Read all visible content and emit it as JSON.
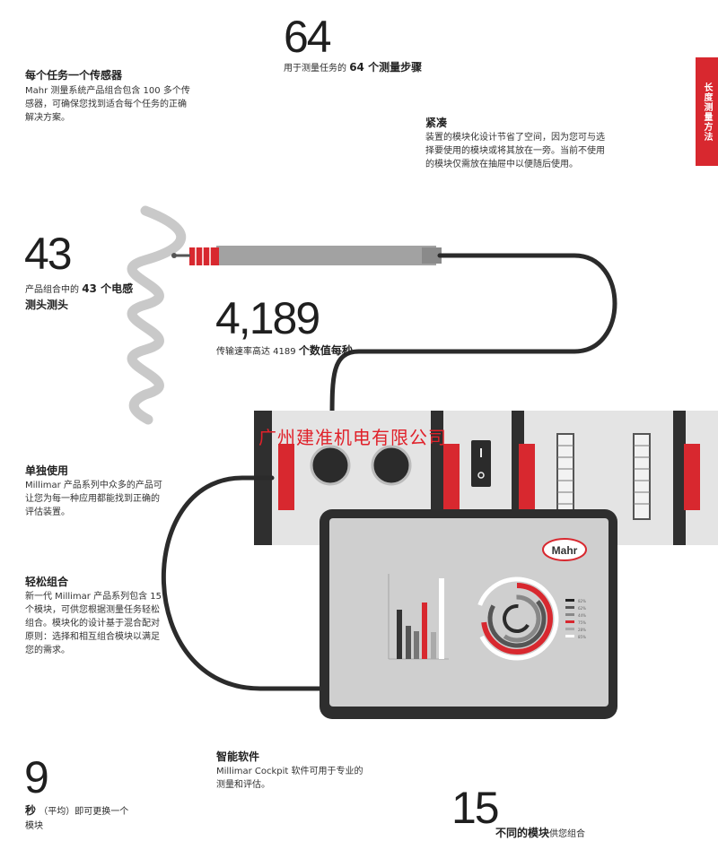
{
  "side_tab": "长度测量方法",
  "watermark": "广州建准机电有限公司",
  "brand": {
    "logo_text": "Mahr",
    "accent": "#d8282f"
  },
  "stat_64": {
    "number": "64",
    "prefix": "用于测量任务的",
    "bold": "64 个测量步骤"
  },
  "sensor": {
    "title": "每个任务一个传感器",
    "body": [
      "Mahr 测量系统产品组合包含 100 多个传",
      "感器，可确保您找到适合每个任务的正确",
      "解决方案。"
    ]
  },
  "compact": {
    "title": "紧凑",
    "body": [
      "装置的模块化设计节省了空间，因为您可与选",
      "择要使用的模块或将其放在一旁。当前不使用",
      "的模块仅需放在抽屉中以便随后使用。"
    ]
  },
  "stat_43": {
    "number": "43",
    "prefix": "产品组合中的",
    "bold1": "43 个电感",
    "bold2": "测头测头"
  },
  "stat_4189": {
    "number": "4,189",
    "prefix": "传输速率高达 4189",
    "bold": "个数值每秒"
  },
  "single": {
    "title": "单独使用",
    "body": [
      "Millimar 产品系列中众多的产品可",
      "让您为每一种应用都能找到正确的",
      "评估装置。"
    ]
  },
  "easy": {
    "title": "轻松组合",
    "body": [
      "新一代 Millimar 产品系列包含 15",
      "个模块，可供您根据测量任务轻松",
      "组合。模块化的设计基于混合配对",
      "原则：选择和相互组合模块以满足",
      "您的需求。"
    ]
  },
  "software": {
    "title": "智能软件",
    "body": [
      "Millimar Cockpit 软件可用于专业的",
      "测量和评估。"
    ]
  },
  "stat_9": {
    "number": "9",
    "bold": "秒",
    "rest1": "（平均）即可更换一个",
    "rest2": "模块"
  },
  "stat_15": {
    "number": "15",
    "bold": "不同的模块",
    "rest": "供您组合"
  },
  "screen_chart": {
    "legend": [
      "82%",
      "62%",
      "44%",
      "75%",
      "28%",
      "85%"
    ]
  }
}
